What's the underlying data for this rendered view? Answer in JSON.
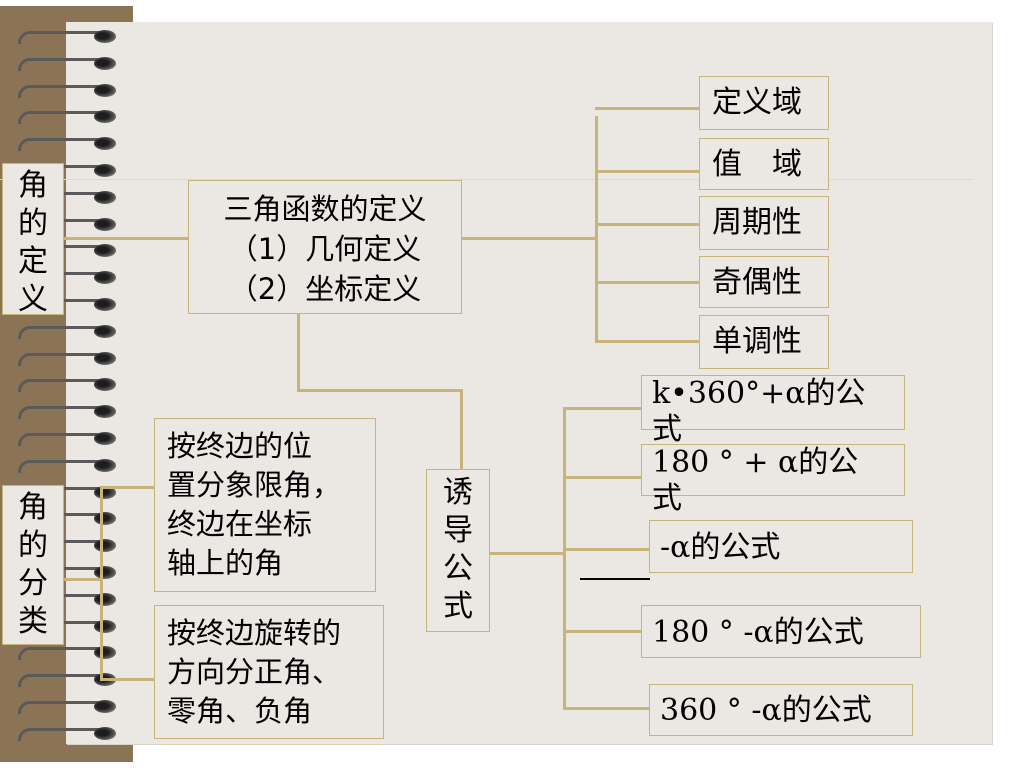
{
  "notebook": {
    "side_labels": {
      "angle_definition": "角的定义",
      "angle_classification": "角的分类"
    }
  },
  "center": {
    "definition_box": {
      "line1": "三角函数的定义",
      "line2": "（1）几何定义",
      "line3": "（2）坐标定义"
    },
    "induction_box": "诱导公式"
  },
  "properties": [
    "定义域",
    "值　域",
    "周期性",
    "奇偶性",
    "单调性"
  ],
  "formulas": [
    "k•360°+α的公式",
    "180 ° + α的公式",
    "-α的公式",
    "180 °  -α的公式",
    "360 °  -α的公式"
  ],
  "classification": {
    "by_position": [
      "按终边的位",
      "置分象限角，",
      "终边在坐标",
      "轴上的角"
    ],
    "by_rotation": [
      "按终边旋转的",
      "方向分正角、",
      "零角、负角"
    ]
  },
  "colors": {
    "connector": "#c8b37a",
    "paper": "#ebe8e3",
    "binding": "#8b7355"
  }
}
